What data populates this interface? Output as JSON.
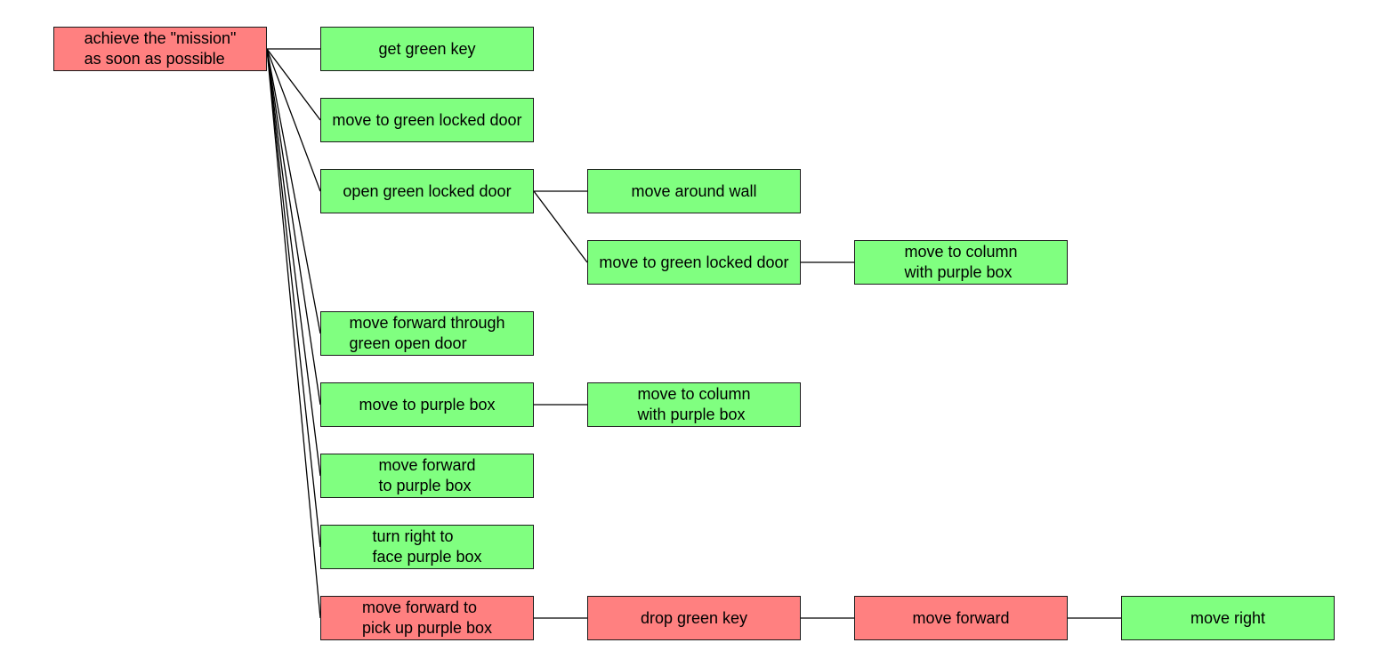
{
  "colors": {
    "green": "#80ff80",
    "red": "#ff8080",
    "edge": "#000000"
  },
  "nodes": [
    {
      "id": "root",
      "label": "achieve the \"mission\"\nas soon as possible",
      "color": "red"
    },
    {
      "id": "n1",
      "label": "get green key",
      "color": "green"
    },
    {
      "id": "n2",
      "label": "move to green locked door",
      "color": "green"
    },
    {
      "id": "n3",
      "label": "open green locked door",
      "color": "green"
    },
    {
      "id": "n3a",
      "label": "move around wall",
      "color": "green"
    },
    {
      "id": "n3b",
      "label": "move to green locked door",
      "color": "green"
    },
    {
      "id": "n3b1",
      "label": "move to column\nwith purple box",
      "color": "green"
    },
    {
      "id": "n4",
      "label": "move forward through\ngreen open door",
      "color": "green"
    },
    {
      "id": "n5",
      "label": "move to purple box",
      "color": "green"
    },
    {
      "id": "n5a",
      "label": "move to column\nwith purple box",
      "color": "green"
    },
    {
      "id": "n6",
      "label": "move forward\nto purple box",
      "color": "green"
    },
    {
      "id": "n7",
      "label": "turn right to\nface purple box",
      "color": "green"
    },
    {
      "id": "n8",
      "label": "move forward to\npick up purple box",
      "color": "red"
    },
    {
      "id": "n8a",
      "label": "drop green key",
      "color": "red"
    },
    {
      "id": "n8b",
      "label": "move forward",
      "color": "red"
    },
    {
      "id": "n8c",
      "label": "move right",
      "color": "green"
    }
  ],
  "edges": [
    [
      "root",
      "n1"
    ],
    [
      "root",
      "n2"
    ],
    [
      "root",
      "n3"
    ],
    [
      "root",
      "n4"
    ],
    [
      "root",
      "n5"
    ],
    [
      "root",
      "n6"
    ],
    [
      "root",
      "n7"
    ],
    [
      "root",
      "n8"
    ],
    [
      "n3",
      "n3a"
    ],
    [
      "n3",
      "n3b"
    ],
    [
      "n3b",
      "n3b1"
    ],
    [
      "n5",
      "n5a"
    ],
    [
      "n8",
      "n8a"
    ],
    [
      "n8a",
      "n8b"
    ],
    [
      "n8b",
      "n8c"
    ]
  ]
}
